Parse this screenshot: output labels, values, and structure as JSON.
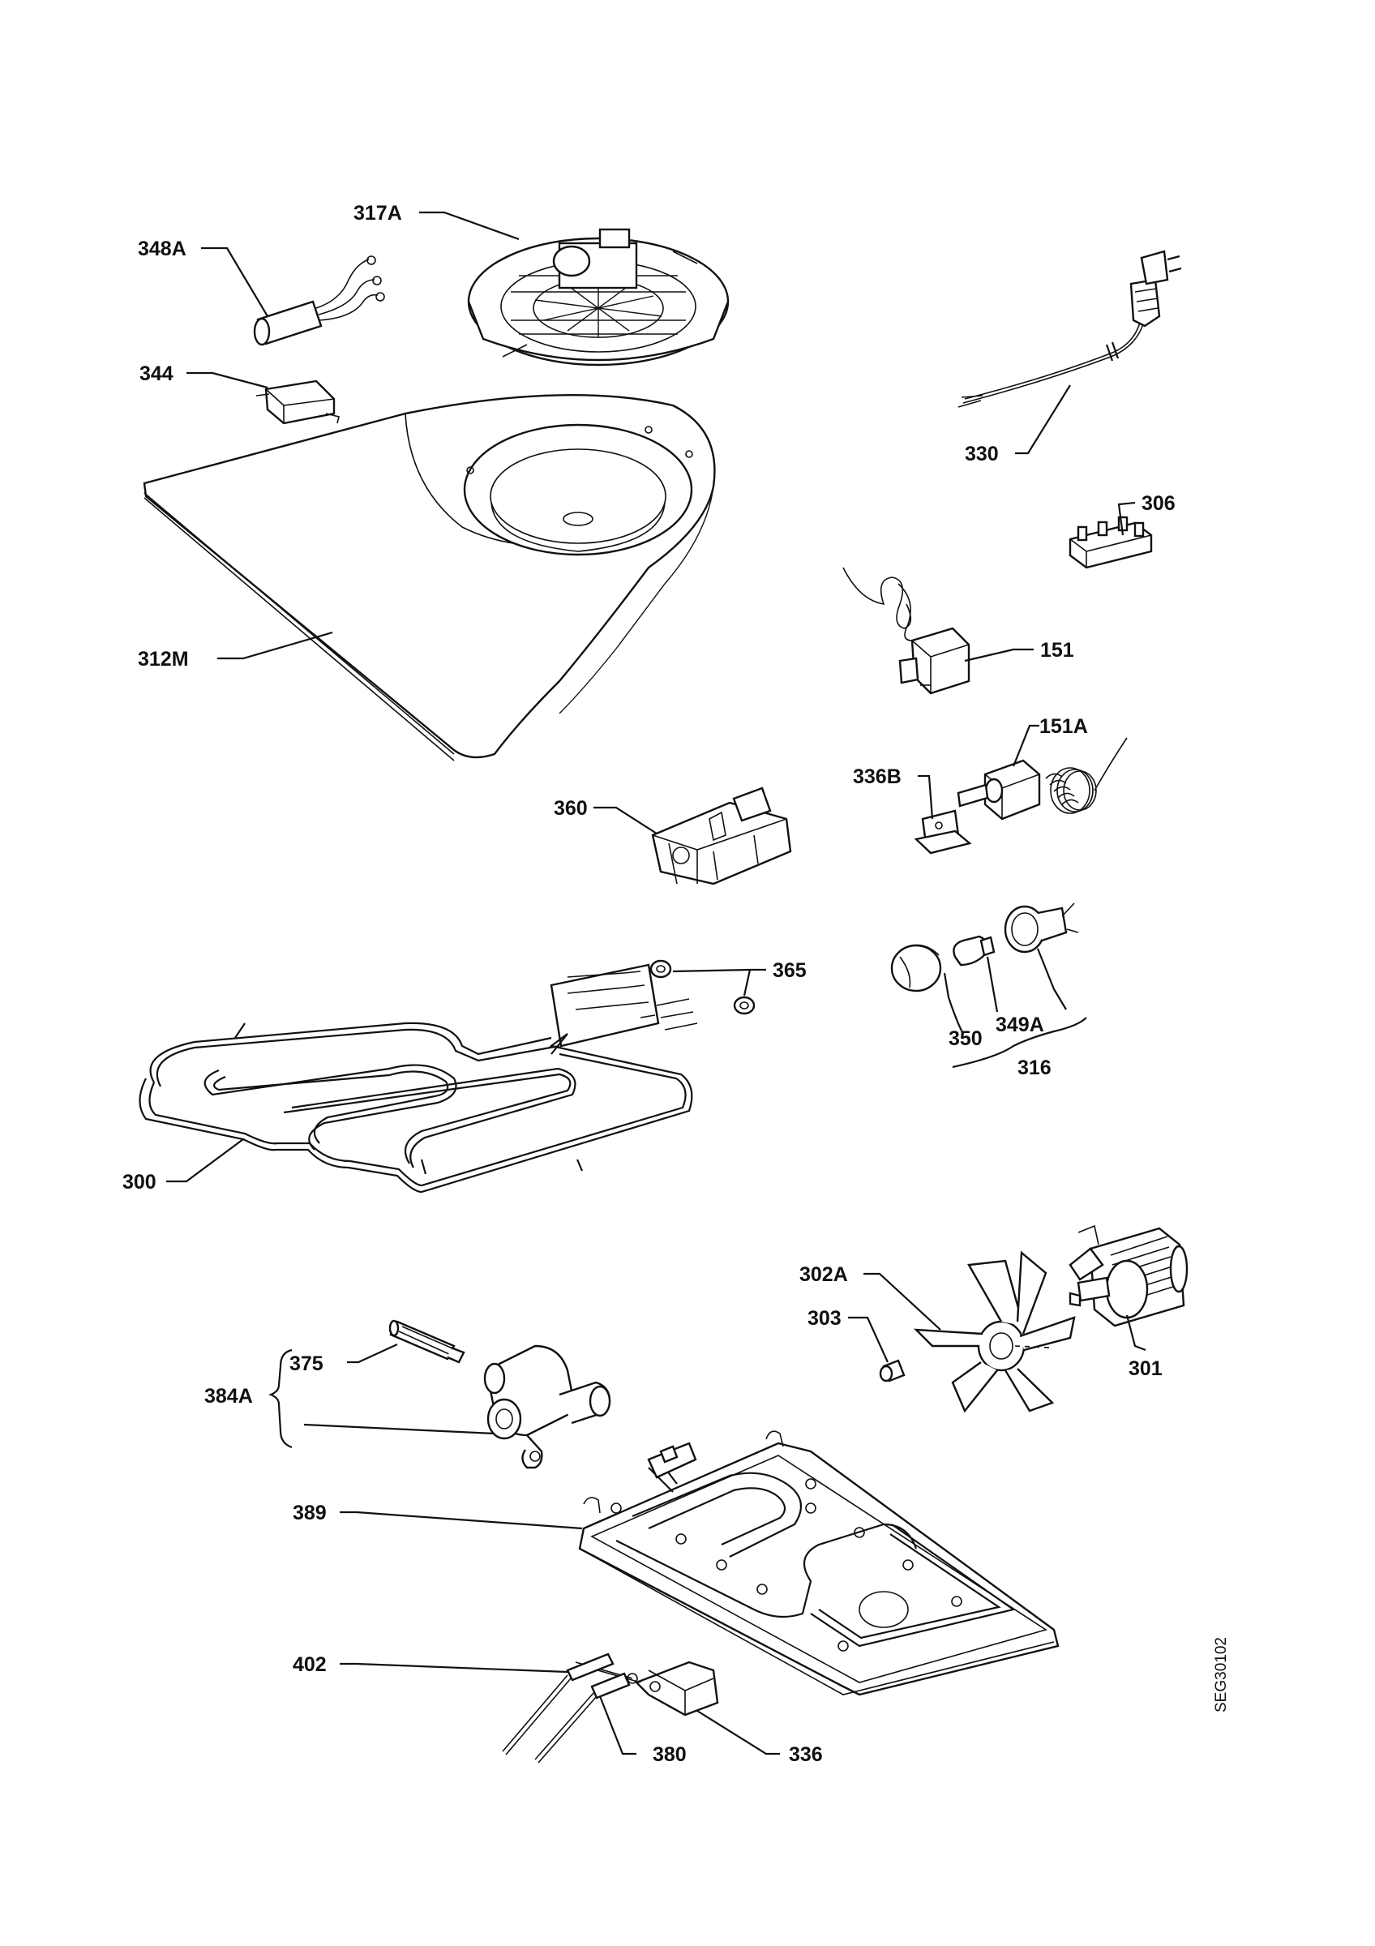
{
  "drawing_code": "SEG30102",
  "labels": {
    "l151": "151",
    "l151A": "151A",
    "l300": "300",
    "l301": "301",
    "l302A": "302A",
    "l303": "303",
    "l306": "306",
    "l312M": "312M",
    "l316": "316",
    "l317A": "317A",
    "l330": "330",
    "l336": "336",
    "l336B": "336B",
    "l344": "344",
    "l348A": "348A",
    "l349A": "349A",
    "l350": "350",
    "l360": "360",
    "l365": "365",
    "l375": "375",
    "l380": "380",
    "l384A": "384A",
    "l389": "389",
    "l402": "402"
  }
}
